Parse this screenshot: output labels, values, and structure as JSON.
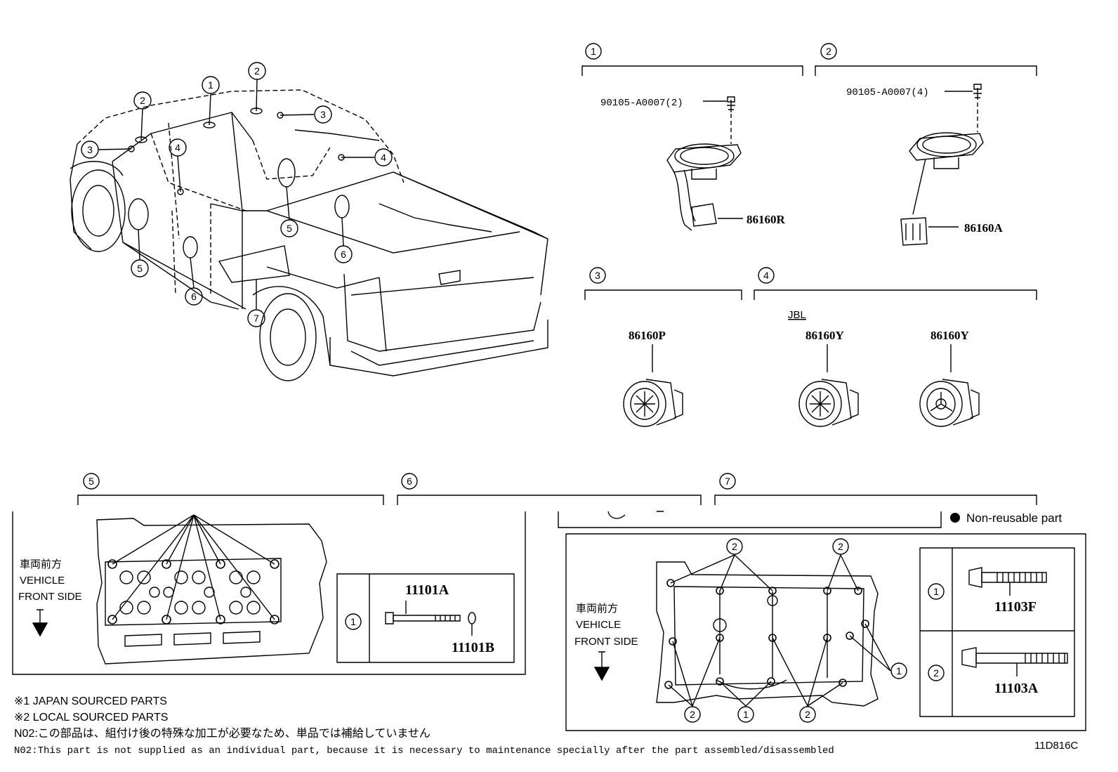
{
  "callouts": {
    "c1": "1",
    "c2": "2",
    "c3": "3",
    "c4": "4",
    "c5": "5",
    "c6": "6",
    "c7": "7"
  },
  "speaker_1": {
    "bolt": "90105-A0007(2)",
    "part": "86160R"
  },
  "speaker_2": {
    "bolt": "90105-A0007(4)",
    "part": "86160A"
  },
  "speaker_3": {
    "part": "86160P"
  },
  "speaker_4": {
    "variant": "JBL",
    "part_a": "86160Y",
    "part_b": "86160Y"
  },
  "legend": {
    "non_reusable": "Non-reusable part"
  },
  "head_diagram": {
    "direction_jp": "車両前方",
    "direction_en_1": "VEHICLE",
    "direction_en_2": "FRONT SIDE",
    "row_ref": "1",
    "bolt": "11101A",
    "washer": "11101B"
  },
  "block_diagram": {
    "direction_jp": "車両前方",
    "direction_en_1": "VEHICLE",
    "direction_en_2": "FRONT SIDE",
    "ref_1": "1",
    "ref_2": "2",
    "bolt_1": "11103F",
    "bolt_2": "11103A"
  },
  "notes": {
    "n1": "※1 JAPAN SOURCED PARTS",
    "n2": "※2 LOCAL SOURCED PARTS",
    "n3": "N02:この部品は、組付け後の特殊な加工が必要なため、単品では補給していません",
    "n4": "N02:This part is not supplied as an individual part, because it is necessary to maintenance specially after the part assembled/disassembled"
  },
  "figure_id": "11D816C"
}
